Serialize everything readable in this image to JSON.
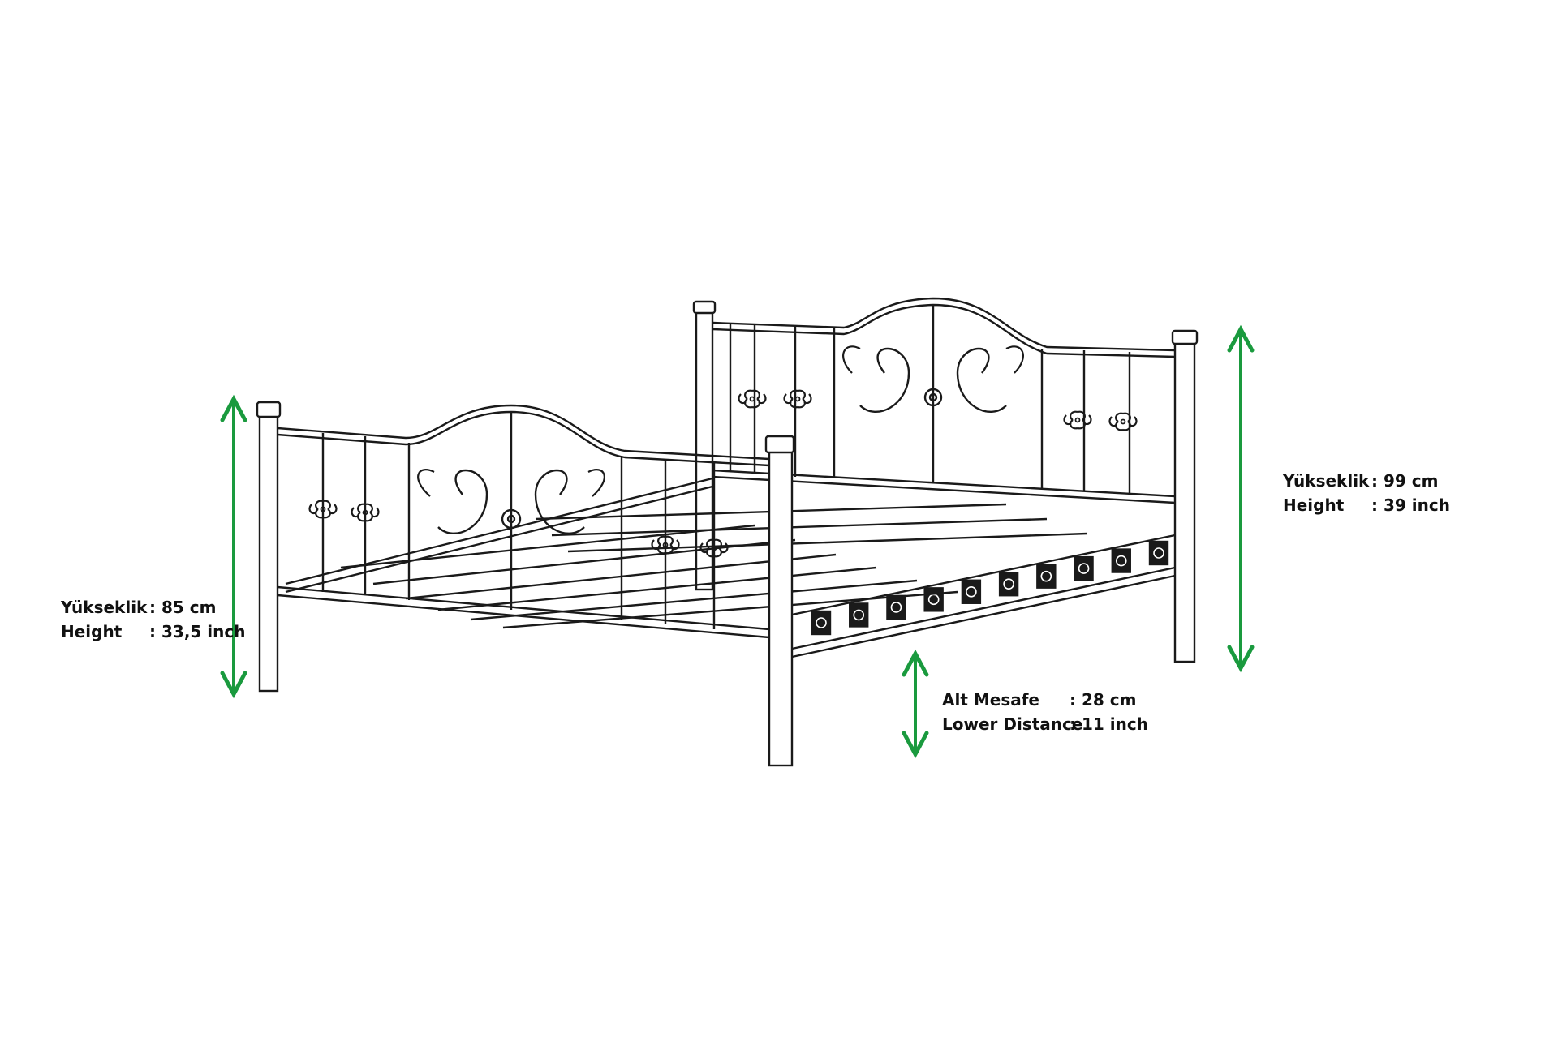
{
  "accent_color": "#1a9a3e",
  "line_color": "#1a1a1a",
  "illustration": "metal-bed-frame-line-drawing",
  "footboard_dimension": {
    "tr_label": "Yükseklik",
    "tr_value": "85 cm",
    "en_label": "Height",
    "en_value": "33,5 inch"
  },
  "headboard_dimension": {
    "tr_label": "Yükseklik",
    "tr_value": "99 cm",
    "en_label": "Height",
    "en_value": "39 inch"
  },
  "lower_distance_dimension": {
    "tr_label": "Alt Mesafe",
    "tr_value": "28 cm",
    "en_label": "Lower Distance",
    "en_value": "11 inch"
  },
  "separator": ":"
}
